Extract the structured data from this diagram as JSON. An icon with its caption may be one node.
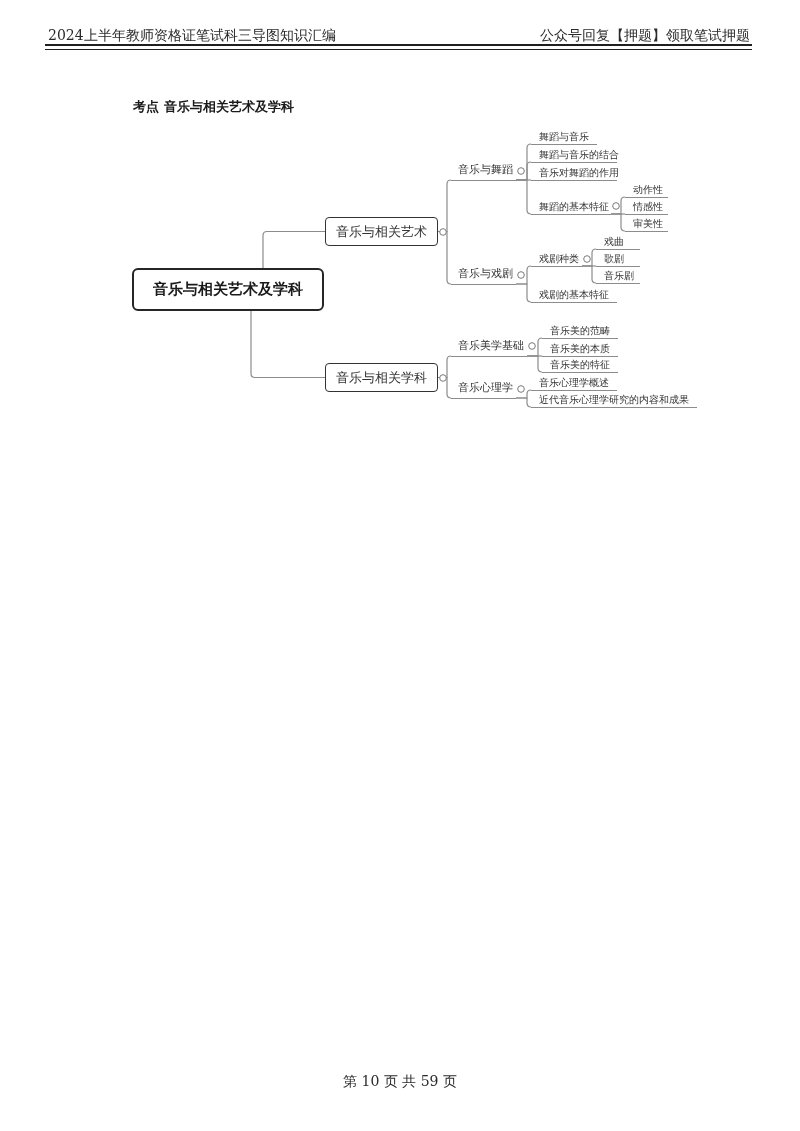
{
  "diagram": {
    "title": "考点 音乐与相关艺术及学科",
    "nodes": [
      {
        "text": [
          "音乐与相关艺术及学科"
        ]
      },
      {
        "text": [
          "音乐与相关艺术"
        ]
      },
      {
        "text": [
          "音乐与舞蹈"
        ]
      },
      {
        "text": [
          "舞蹈与音乐"
        ]
      },
      {
        "text": [
          "舞蹈与音乐的结合"
        ]
      },
      {
        "text": [
          "音乐对舞蹈的作用"
        ]
      },
      {
        "text": [
          "舞蹈的基本特征"
        ]
      },
      {
        "text": [
          "动作性"
        ]
      },
      {
        "text": [
          "情感性"
        ]
      },
      {
        "text": [
          "审美性"
        ]
      },
      {
        "text": [
          "音乐与戏剧"
        ]
      },
      {
        "text": [
          "戏剧种类"
        ]
      },
      {
        "text": [
          "戏曲"
        ]
      },
      {
        "text": [
          "歌剧"
        ]
      },
      {
        "text": [
          "音乐剧"
        ]
      },
      {
        "text": [
          "戏剧的基本特征"
        ]
      },
      {
        "text": [
          "音乐与相关学科"
        ]
      },
      {
        "text": [
          "音乐美学基础"
        ]
      },
      {
        "text": [
          "音乐美的范畴"
        ]
      },
      {
        "text": [
          "音乐美的本质"
        ]
      },
      {
        "text": [
          "音乐美的特征"
        ]
      },
      {
        "text": [
          "音乐心理学"
        ]
      },
      {
        "text": [
          "音乐心理学概述"
        ]
      },
      {
        "text": [
          "近代音乐心理学研究的内容和成果"
        ]
      }
    ],
    "edges": [
      {
        "from": 0,
        "to": 1,
        "arrow": "none"
      },
      {
        "from": 0,
        "to": 16,
        "arrow": "none"
      },
      {
        "from": 1,
        "to": 2,
        "arrow": "none"
      },
      {
        "from": 1,
        "to": 10,
        "arrow": "none"
      },
      {
        "from": 2,
        "to": 3,
        "arrow": "none"
      },
      {
        "from": 2,
        "to": 4,
        "arrow": "none"
      },
      {
        "from": 2,
        "to": 5,
        "arrow": "none"
      },
      {
        "from": 2,
        "to": 6,
        "arrow": "none"
      },
      {
        "from": 6,
        "to": 7,
        "arrow": "none"
      },
      {
        "from": 6,
        "to": 8,
        "arrow": "none"
      },
      {
        "from": 6,
        "to": 9,
        "arrow": "none"
      },
      {
        "from": 10,
        "to": 11,
        "arrow": "none"
      },
      {
        "from": 10,
        "to": 15,
        "arrow": "none"
      },
      {
        "from": 11,
        "to": 12,
        "arrow": "none"
      },
      {
        "from": 11,
        "to": 13,
        "arrow": "none"
      },
      {
        "from": 11,
        "to": 14,
        "arrow": "none"
      },
      {
        "from": 16,
        "to": 17,
        "arrow": "none"
      },
      {
        "from": 16,
        "to": 21,
        "arrow": "none"
      },
      {
        "from": 17,
        "to": 18,
        "arrow": "none"
      },
      {
        "from": 17,
        "to": 19,
        "arrow": "none"
      },
      {
        "from": 17,
        "to": 20,
        "arrow": "none"
      },
      {
        "from": 21,
        "to": 22,
        "arrow": "none"
      },
      {
        "from": 21,
        "to": 23,
        "arrow": "none"
      }
    ],
    "labels": [
      "2024上半年教师资格证笔试科三导图知识汇编",
      "公众号回复【押题】领取笔试押题",
      "第 10 页 共 59 页"
    ]
  }
}
